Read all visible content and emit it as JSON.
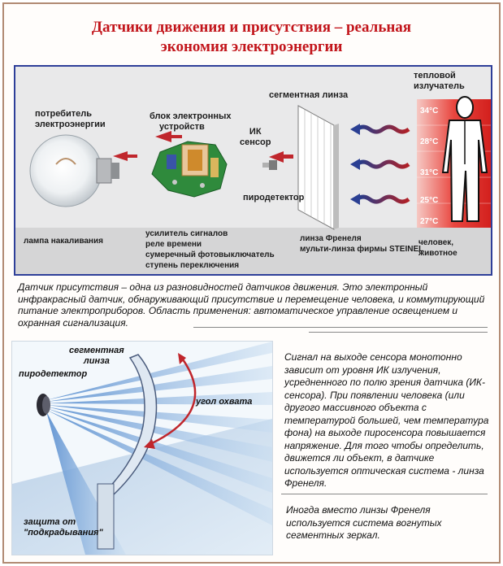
{
  "title": {
    "line1": "Датчики движения и присутствия – реальная",
    "line2": "экономия электроэнергии"
  },
  "top_diagram": {
    "consumer": [
      "потребитель",
      "электроэнергии"
    ],
    "electronics_block": [
      "блок электронных",
      "устройств"
    ],
    "ir_sensor": [
      "ИК",
      "сенсор"
    ],
    "segment_lens": "сегментная линза",
    "heat_source": [
      "тепловой",
      "излучатель"
    ],
    "pyrodetector": "пиродетектор",
    "lamp": "лампа накаливания",
    "electronics_parts": [
      "усилитель сигналов",
      "реле времени",
      "сумеречный фотовыключатель",
      "ступень переключения"
    ],
    "fresnel": [
      "линза Френеля",
      "мульти-линза фирмы STEINEL"
    ],
    "human_animal": [
      "человек,",
      "животное"
    ],
    "temperatures": [
      "34°C",
      "28°C",
      "31°C",
      "25°C",
      "27°C"
    ]
  },
  "description": "Датчик присутствия  – одна из разновидностей датчиков движения. Это электронный инфракрасный датчик, обнаруживающий присутствие и перемещение человека, и коммутирующий питание электроприборов. Область применения: автоматическое управление освещением и охранная сигнализация.",
  "bottom_diagram": {
    "segment_lens": [
      "сегментная",
      "линза"
    ],
    "pyrodetector": "пиродетектор",
    "coverage_angle": "угол охвата",
    "protection": [
      "защита от",
      "\"подкрадывания\""
    ]
  },
  "side_text": "Сигнал на выходе сенсора монотонно зависит от уровня ИК излучения, усредненного по полю зрения датчика (ИК-сенсора). При появлении человека (или другого массивного объекта с температурой большей, чем температура фона) на выходе пиросенсора повышается напряжение. Для того чтобы определить, движется ли объект, в датчике используется оптическая система - линза Френеля.",
  "side_text2": "Иногда вместо линзы Френеля используется система вогнутых сегментных зеркал.",
  "colors": {
    "title": "#c2151b",
    "frame_border": "#2e3f99",
    "arrow": "#c0262c"
  }
}
